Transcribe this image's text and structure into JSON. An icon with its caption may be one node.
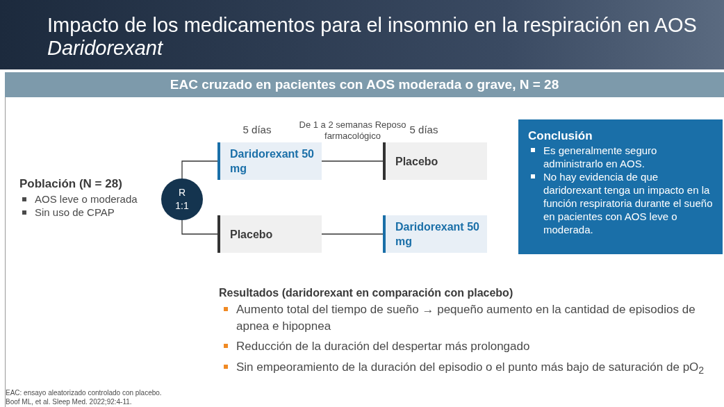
{
  "diagram": {
    "title": "Impacto de los medicamentos para el insomnio en la respiración en AOS *Daridorexant*",
    "nodes": [
      {
        "text": [
          "R 1:1"
        ]
      },
      {
        "text": [
          "Daridorexant 50 mg"
        ],
        "beside": [
          "5 días"
        ]
      },
      {
        "text": [
          "Placebo"
        ],
        "beside": [
          "5 días"
        ]
      },
      {
        "text": [
          "Placebo"
        ]
      },
      {
        "text": [
          "Daridorexant 50 mg"
        ]
      },
      {
        "text": [
          "Conclusión",
          "Es generalmente seguro administrarlo en AOS.",
          "No hay evidencia de que daridorexant tenga un impacto en la función respiratoria durante el sueño en pacientes con AOS leve o moderada."
        ]
      }
    ],
    "edges": [
      {
        "from": 0,
        "to": 1,
        "arrow": "none"
      },
      {
        "from": 0,
        "to": 3,
        "arrow": "none"
      },
      {
        "from": 1,
        "to": 2,
        "arrow": "none"
      },
      {
        "from": 3,
        "to": 4,
        "arrow": "none"
      }
    ],
    "labels": [
      "EAC cruzado en pacientes con AOS moderada o grave, N = 28",
      "De 1 a 2 semanas Reposo farmacológico",
      "Población (N = 28)",
      "AOS leve o moderada",
      "Sin uso de CPAP",
      "Resultados (daridorexant en comparación con placebo)",
      "Aumento total del tiempo de sueño → pequeño aumento en la cantidad de episodios de apnea e hipopnea",
      "Reducción de la duración del despertar más prolongado",
      "Sin empeoramiento de la duración del episodio o el punto más bajo de saturación de pO$_{2}$",
      "EAC: ensayo aleatorizado controlado con placebo.",
      "Boof ML, et al. Sleep Med. 2022;92:4-11."
    ]
  }
}
